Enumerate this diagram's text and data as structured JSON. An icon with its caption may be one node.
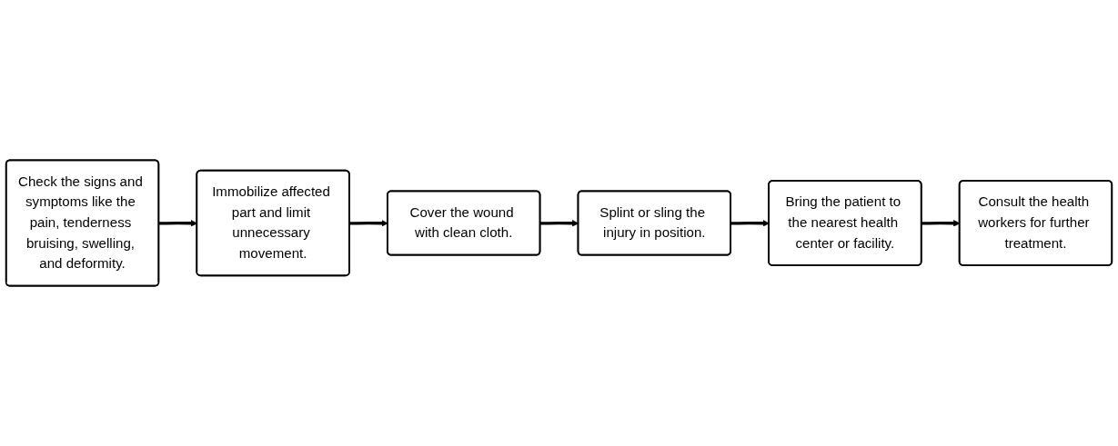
{
  "diagram": {
    "nodes": [
      {
        "text": [
          "Check the signs and symptoms like the pain, tenderness bruising, swelling, and deformity."
        ]
      },
      {
        "text": [
          "Immobilize affected part and limit unnecessary movement."
        ]
      },
      {
        "text": [
          "Cover the wound with clean cloth."
        ]
      },
      {
        "text": [
          "Splint or sling the injury in position."
        ]
      },
      {
        "text": [
          "Bring the patient to the nearest health center or facility."
        ]
      },
      {
        "text": [
          "Consult the health workers for further treatment."
        ]
      }
    ],
    "edges": [
      {
        "from": 0,
        "to": 1,
        "arrow": "to"
      },
      {
        "from": 1,
        "to": 2,
        "arrow": "to"
      },
      {
        "from": 2,
        "to": 3,
        "arrow": "to"
      },
      {
        "from": 3,
        "to": 4,
        "arrow": "to"
      },
      {
        "from": 4,
        "to": 5,
        "arrow": "to"
      }
    ]
  }
}
